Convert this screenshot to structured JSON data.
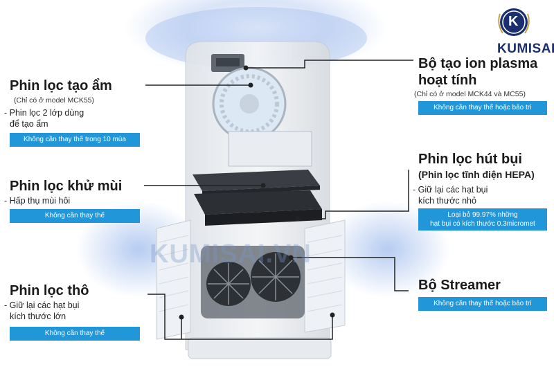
{
  "brand": {
    "name": "KUMISAI",
    "logo_letter": "K"
  },
  "watermark": "KUMISAI.VN",
  "labels": {
    "humidify": {
      "title": "Phin lọc tạo ẩm",
      "note": "(Chỉ có ở model MCK55)",
      "desc1": "- Phin lọc 2 lớp dùng",
      "desc2": "để tạo ẩm",
      "badge": "Không cần thay thế trong 10 mùa"
    },
    "deodorize": {
      "title": "Phin lọc khử mùi",
      "desc1": "- Hấp thụ mùi hôi",
      "badge": "Không cần thay thế"
    },
    "prefilter": {
      "title": "Phin lọc thô",
      "desc1": "- Giữ lại các hạt bụi",
      "desc2": "kích thước lớn",
      "badge": "Không cần thay thế"
    },
    "ion": {
      "title1": "Bộ tạo ion plasma",
      "title2": "hoạt tính",
      "note": "(Chỉ có ở model MCK44 và MC55)",
      "badge": "Không cần thay thế hoặc bảo trì"
    },
    "hepa": {
      "title": "Phin lọc hút bụi",
      "sub": "(Phin lọc tĩnh điện HEPA)",
      "desc1": "- Giữ lại các hạt bụi",
      "desc2": "kích thước nhỏ",
      "badge1": "Loại bỏ 99.97% những",
      "badge2": "hạt bụi có kích thước 0.3micromet"
    },
    "streamer": {
      "title": "Bộ Streamer",
      "badge": "Không cần thay thế hoặc bảo trì"
    }
  },
  "colors": {
    "badge": "#2196d8",
    "brand": "#1b2f6e",
    "airflow": "#9bb8ea",
    "leader": "#222222"
  }
}
